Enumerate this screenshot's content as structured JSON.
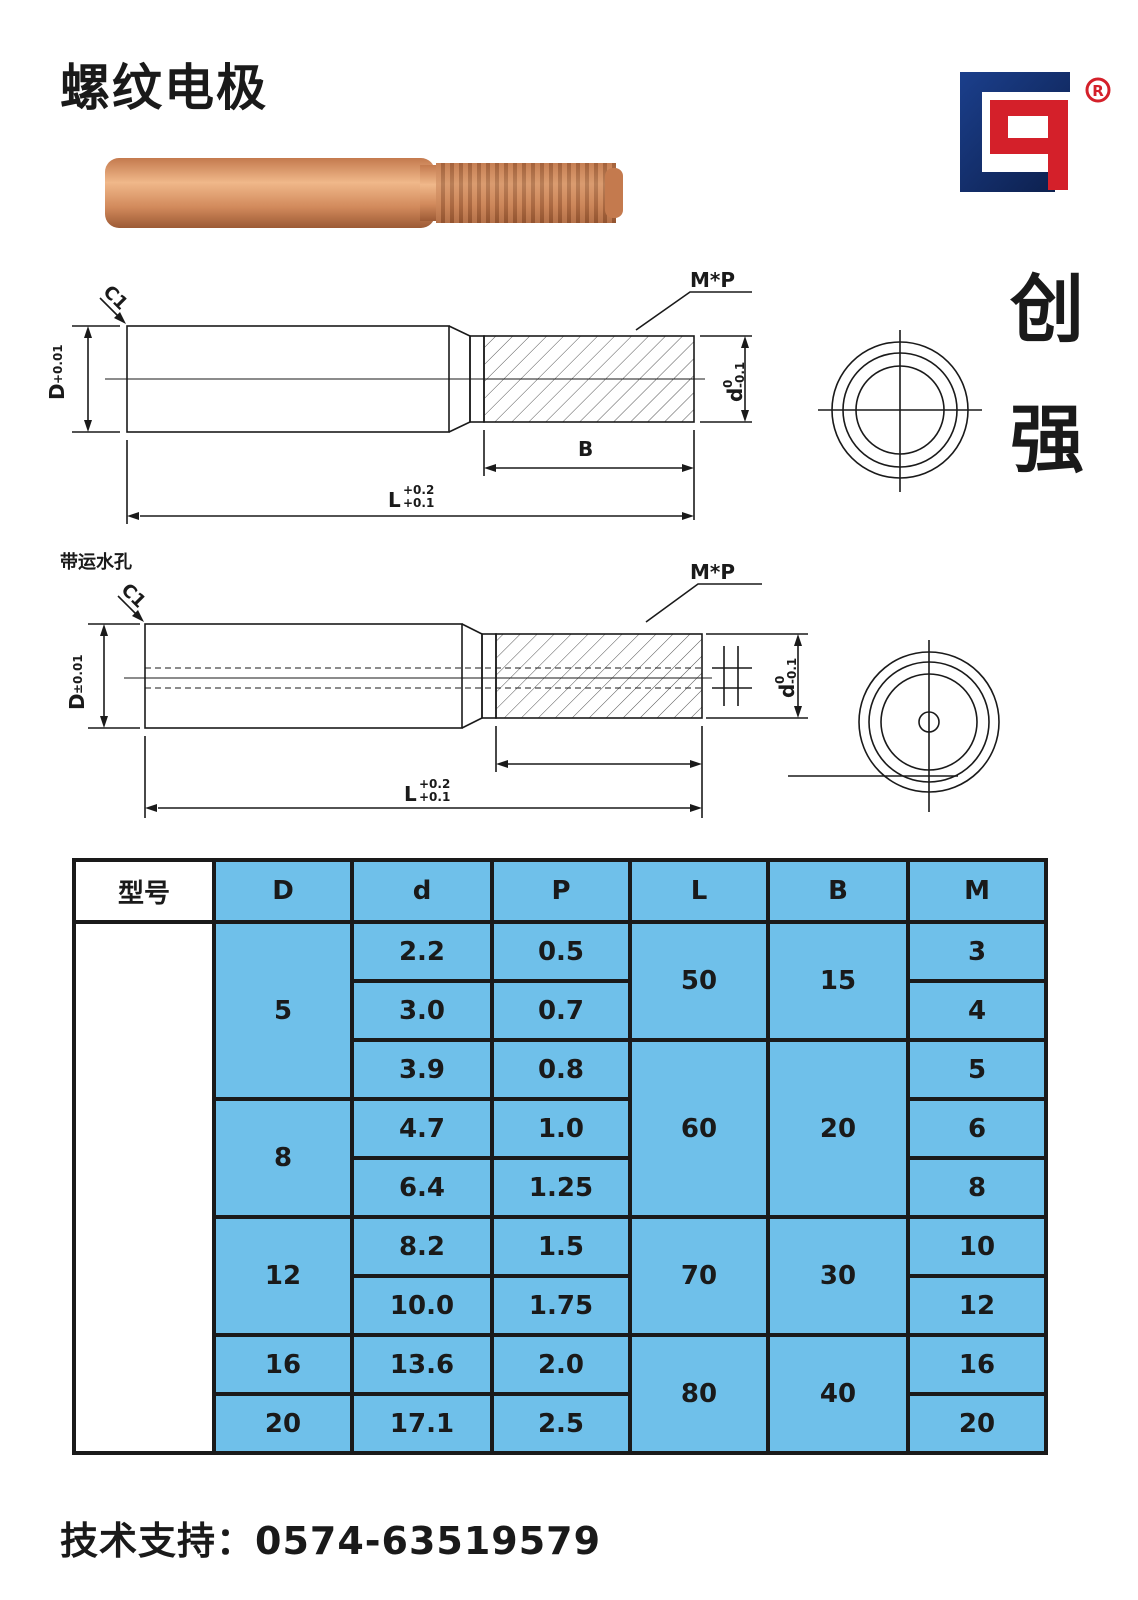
{
  "title": "螺纹电极",
  "brand": {
    "char1": "创",
    "char2": "强",
    "registered_mark": "®"
  },
  "diagram": {
    "chamfer_label": "C1",
    "thread_label": "M*P",
    "diameter_label": "D",
    "diameter_tol_top": "+0.01",
    "diameter_tol_bottom": "±0.01",
    "small_d_label": "d",
    "small_d_tol_upper": "0",
    "small_d_tol_lower": "-0.1",
    "length_label": "L",
    "length_tol_upper": "+0.2",
    "length_tol_lower": "+0.1",
    "thread_length_label": "B",
    "water_hole_label": "带运水孔"
  },
  "table": {
    "headers": [
      "型号",
      "D",
      "d",
      "P",
      "L",
      "B",
      "M"
    ],
    "D": [
      "5",
      "8",
      "12",
      "16",
      "20"
    ],
    "d": [
      "2.2",
      "3.0",
      "3.9",
      "4.7",
      "6.4",
      "8.2",
      "10.0",
      "13.6",
      "17.1"
    ],
    "P": [
      "0.5",
      "0.7",
      "0.8",
      "1.0",
      "1.25",
      "1.5",
      "1.75",
      "2.0",
      "2.5"
    ],
    "L": [
      "50",
      "60",
      "70",
      "80"
    ],
    "B": [
      "15",
      "20",
      "30",
      "40"
    ],
    "M": [
      "3",
      "4",
      "5",
      "6",
      "8",
      "10",
      "12",
      "16",
      "20"
    ]
  },
  "footer": "技术支持：0574-63519579"
}
